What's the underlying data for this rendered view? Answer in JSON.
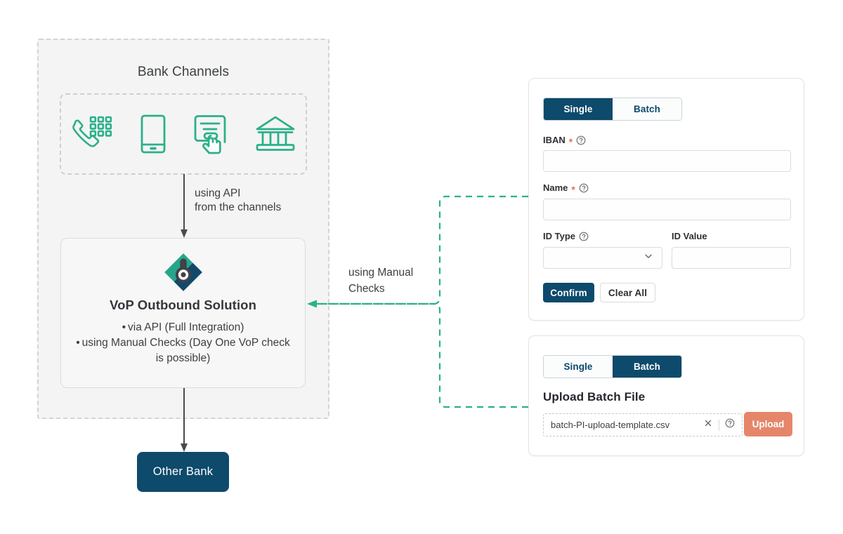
{
  "diagram": {
    "bank_channels_title": "Bank Channels",
    "channels": [
      {
        "name": "phone-keypad-icon",
        "label": "Phone / Call Center"
      },
      {
        "name": "mobile-phone-icon",
        "label": "Mobile Banking"
      },
      {
        "name": "online-banking-click-icon",
        "label": "Online Banking"
      },
      {
        "name": "bank-branch-icon",
        "label": "Branch"
      }
    ],
    "api_label_line1": "using API",
    "api_label_line2": "from the channels",
    "manual_label_line1": "using Manual",
    "manual_label_line2": "Checks",
    "vop": {
      "logo_name": "vop-brand-logo",
      "title": "VoP Outbound Solution",
      "bullets": [
        "via API (Full Integration)",
        "using Manual Checks (Day One VoP check is possible)"
      ],
      "bullet_marker": "•"
    },
    "other_bank_label": "Other Bank"
  },
  "single_panel": {
    "tabs": [
      {
        "label": "Single",
        "active": true
      },
      {
        "label": "Batch",
        "active": false
      }
    ],
    "fields": {
      "iban": {
        "label": "IBAN",
        "required_marker": "*",
        "value": "",
        "placeholder": ""
      },
      "name": {
        "label": "Name",
        "required_marker": "*",
        "value": "",
        "placeholder": ""
      },
      "id_type": {
        "label": "ID Type",
        "value": "",
        "placeholder": ""
      },
      "id_value": {
        "label": "ID Value",
        "value": "",
        "placeholder": ""
      }
    },
    "buttons": {
      "confirm": "Confirm",
      "clear_all": "Clear All"
    }
  },
  "batch_panel": {
    "tabs": [
      {
        "label": "Single",
        "active": false
      },
      {
        "label": "Batch",
        "active": true
      }
    ],
    "heading": "Upload Batch File",
    "file_name": "batch-PI-upload-template.csv",
    "upload_button": "Upload"
  },
  "colors": {
    "navy": "#0d4a6b",
    "teal": "#2bb08a",
    "orange": "#e5866a",
    "required_star": "#e3714f",
    "panel_bg": "#f4f4f4",
    "dark_gray": "#3c4043"
  }
}
